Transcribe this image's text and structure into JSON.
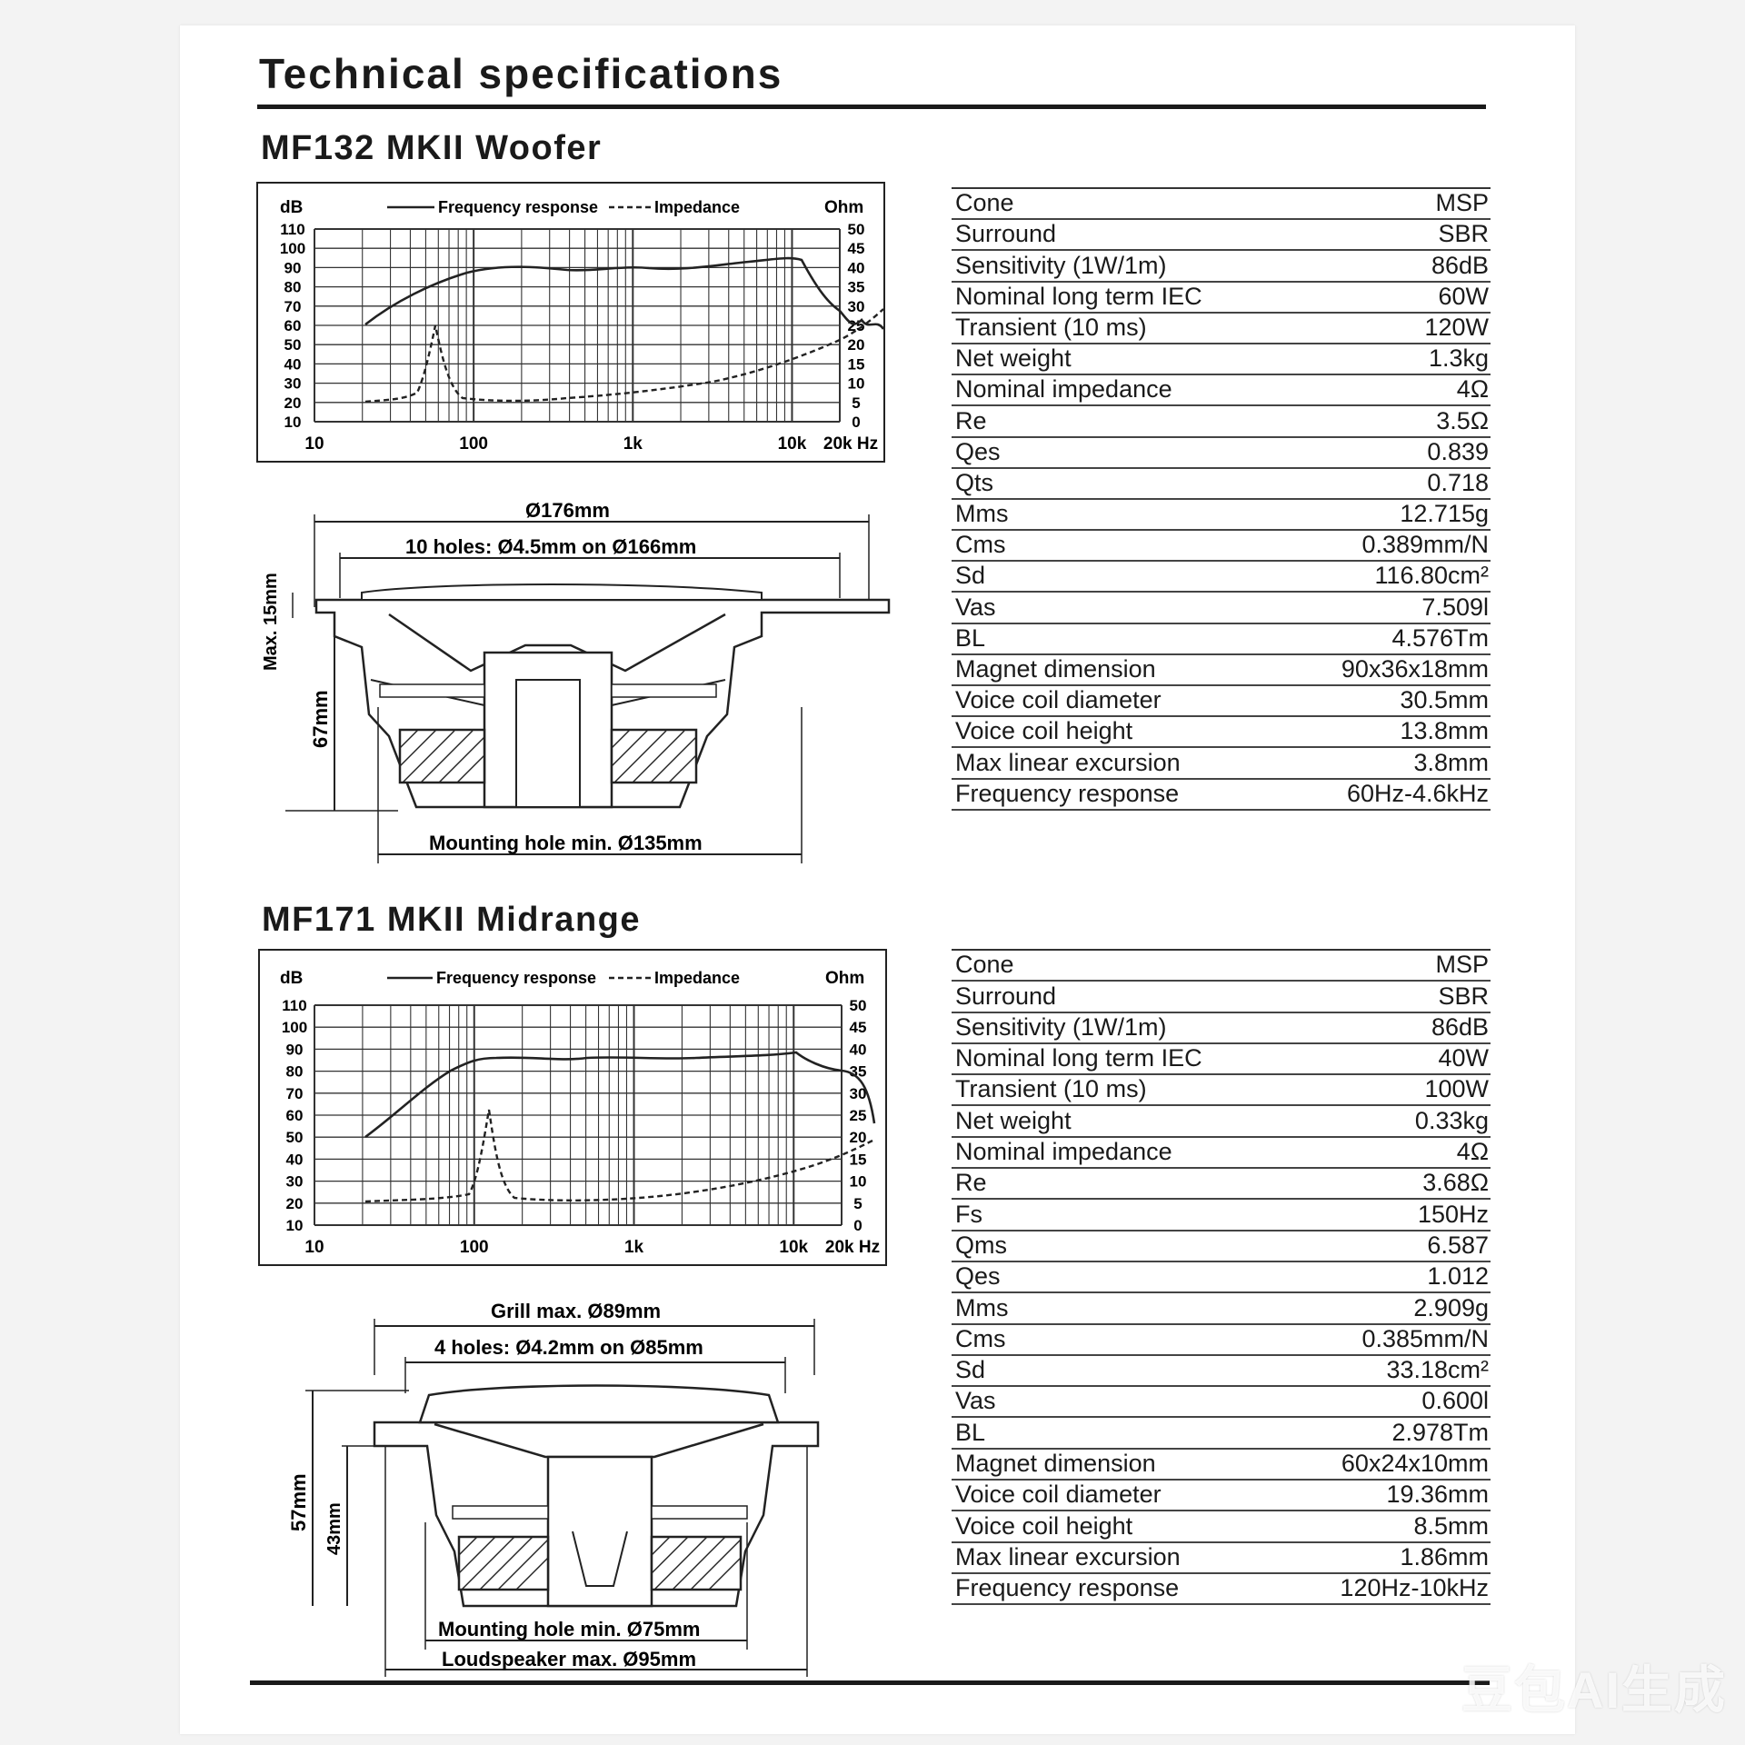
{
  "page_title": "Technical specifications",
  "sections": [
    {
      "title": "MF132 MKII Woofer",
      "chart": {
        "legend_freq": "Frequency response",
        "legend_imp": "Impedance",
        "left_unit": "dB",
        "right_unit": "Ohm",
        "left_ticks": [
          "110",
          "100",
          "90",
          "80",
          "70",
          "60",
          "50",
          "40",
          "30",
          "20",
          "10"
        ],
        "right_ticks": [
          "50",
          "45",
          "40",
          "35",
          "30",
          "25",
          "20",
          "15",
          "10",
          "5",
          "0"
        ],
        "x_ticks": [
          "10",
          "100",
          "1k",
          "10k",
          "20k Hz"
        ]
      },
      "drawing": {
        "outer_dim": "Ø176mm",
        "holes_dim": "10 holes: Ø4.5mm on Ø166mm",
        "height_dim": "67mm",
        "max_dim": "Max. 15mm",
        "mount_dim": "Mounting hole min. Ø135mm"
      },
      "specs": [
        {
          "label": "Cone",
          "value": "MSP"
        },
        {
          "label": "Surround",
          "value": "SBR"
        },
        {
          "label": "Sensitivity (1W/1m)",
          "value": "86dB"
        },
        {
          "label": "Nominal long term IEC",
          "value": "60W"
        },
        {
          "label": "Transient (10 ms)",
          "value": "120W"
        },
        {
          "label": "Net weight",
          "value": "1.3kg"
        },
        {
          "label": "Nominal impedance",
          "value": "4Ω"
        },
        {
          "label": "Re",
          "value": "3.5Ω"
        },
        {
          "label": "Qes",
          "value": "0.839"
        },
        {
          "label": "Qts",
          "value": "0.718"
        },
        {
          "label": "Mms",
          "value": "12.715g"
        },
        {
          "label": "Cms",
          "value": "0.389mm/N"
        },
        {
          "label": "Sd",
          "value": "116.80cm²"
        },
        {
          "label": "Vas",
          "value": "7.509l"
        },
        {
          "label": "BL",
          "value": "4.576Tm"
        },
        {
          "label": "Magnet dimension",
          "value": "90x36x18mm"
        },
        {
          "label": "Voice coil diameter",
          "value": "30.5mm"
        },
        {
          "label": "Voice coil height",
          "value": "13.8mm"
        },
        {
          "label": "Max linear excursion",
          "value": "3.8mm"
        },
        {
          "label": "Frequency response",
          "value": "60Hz-4.6kHz"
        }
      ]
    },
    {
      "title": "MF171 MKII Midrange",
      "chart": {
        "legend_freq": "Frequency response",
        "legend_imp": "Impedance",
        "left_unit": "dB",
        "right_unit": "Ohm",
        "left_ticks": [
          "110",
          "100",
          "90",
          "80",
          "70",
          "60",
          "50",
          "40",
          "30",
          "20",
          "10"
        ],
        "right_ticks": [
          "50",
          "45",
          "40",
          "35",
          "30",
          "25",
          "20",
          "15",
          "10",
          "5",
          "0"
        ],
        "x_ticks": [
          "10",
          "100",
          "1k",
          "10k",
          "20k Hz"
        ]
      },
      "drawing": {
        "grill_dim": "Grill max. Ø89mm",
        "holes_dim": "4 holes: Ø4.2mm on Ø85mm",
        "height_outer": "57mm",
        "height_inner": "43mm",
        "mount_dim": "Mounting hole min. Ø75mm",
        "speaker_dim": "Loudspeaker max. Ø95mm"
      },
      "specs": [
        {
          "label": "Cone",
          "value": "MSP"
        },
        {
          "label": "Surround",
          "value": "SBR"
        },
        {
          "label": "Sensitivity (1W/1m)",
          "value": "86dB"
        },
        {
          "label": "Nominal long term IEC",
          "value": "40W"
        },
        {
          "label": "Transient (10 ms)",
          "value": "100W"
        },
        {
          "label": "Net weight",
          "value": "0.33kg"
        },
        {
          "label": "Nominal impedance",
          "value": "4Ω"
        },
        {
          "label": "Re",
          "value": "3.68Ω"
        },
        {
          "label": "Fs",
          "value": "150Hz"
        },
        {
          "label": "Qms",
          "value": "6.587"
        },
        {
          "label": "Qes",
          "value": "1.012"
        },
        {
          "label": "Mms",
          "value": "2.909g"
        },
        {
          "label": "Cms",
          "value": "0.385mm/N"
        },
        {
          "label": "Sd",
          "value": "33.18cm²"
        },
        {
          "label": "Vas",
          "value": "0.600l"
        },
        {
          "label": "BL",
          "value": "2.978Tm"
        },
        {
          "label": "Magnet dimension",
          "value": "60x24x10mm"
        },
        {
          "label": "Voice coil diameter",
          "value": "19.36mm"
        },
        {
          "label": "Voice coil height",
          "value": "8.5mm"
        },
        {
          "label": "Max linear excursion",
          "value": "1.86mm"
        },
        {
          "label": "Frequency response",
          "value": "120Hz-10kHz"
        }
      ]
    }
  ],
  "watermark": "豆包AI生成"
}
